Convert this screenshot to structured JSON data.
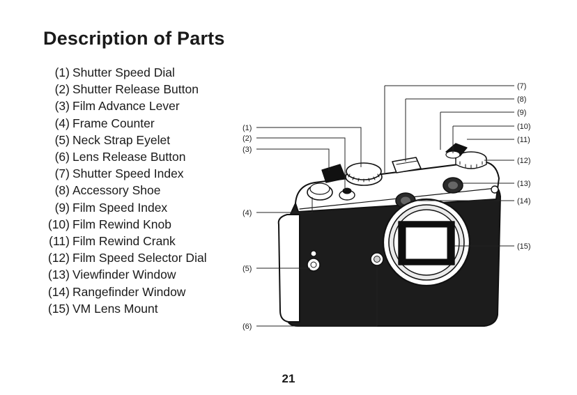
{
  "page": {
    "title": "Description of Parts",
    "page_number": "21"
  },
  "parts": [
    {
      "num": "(1)",
      "label": "Shutter Speed Dial"
    },
    {
      "num": "(2)",
      "label": "Shutter Release Button"
    },
    {
      "num": "(3)",
      "label": "Film Advance Lever"
    },
    {
      "num": "(4)",
      "label": "Frame Counter"
    },
    {
      "num": "(5)",
      "label": "Neck Strap Eyelet"
    },
    {
      "num": "(6)",
      "label": "Lens Release Button"
    },
    {
      "num": "(7)",
      "label": "Shutter Speed Index"
    },
    {
      "num": "(8)",
      "label": "Accessory Shoe"
    },
    {
      "num": "(9)",
      "label": "Film Speed Index"
    },
    {
      "num": "(10)",
      "label": "Film Rewind Knob"
    },
    {
      "num": "(11)",
      "label": "Film Rewind Crank"
    },
    {
      "num": "(12)",
      "label": "Film Speed Selector Dial"
    },
    {
      "num": "(13)",
      "label": "Viewfinder Window"
    },
    {
      "num": "(14)",
      "label": "Rangefinder Window"
    },
    {
      "num": "(15)",
      "label": "VM Lens Mount"
    }
  ],
  "callouts": {
    "c1": "(1)",
    "c2": "(2)",
    "c3": "(3)",
    "c4": "(4)",
    "c5": "(5)",
    "c6": "(6)",
    "c7": "(7)",
    "c8": "(8)",
    "c9": "(9)",
    "c10": "(10)",
    "c11": "(11)",
    "c12": "(12)",
    "c13": "(13)",
    "c14": "(14)",
    "c15": "(15)"
  }
}
